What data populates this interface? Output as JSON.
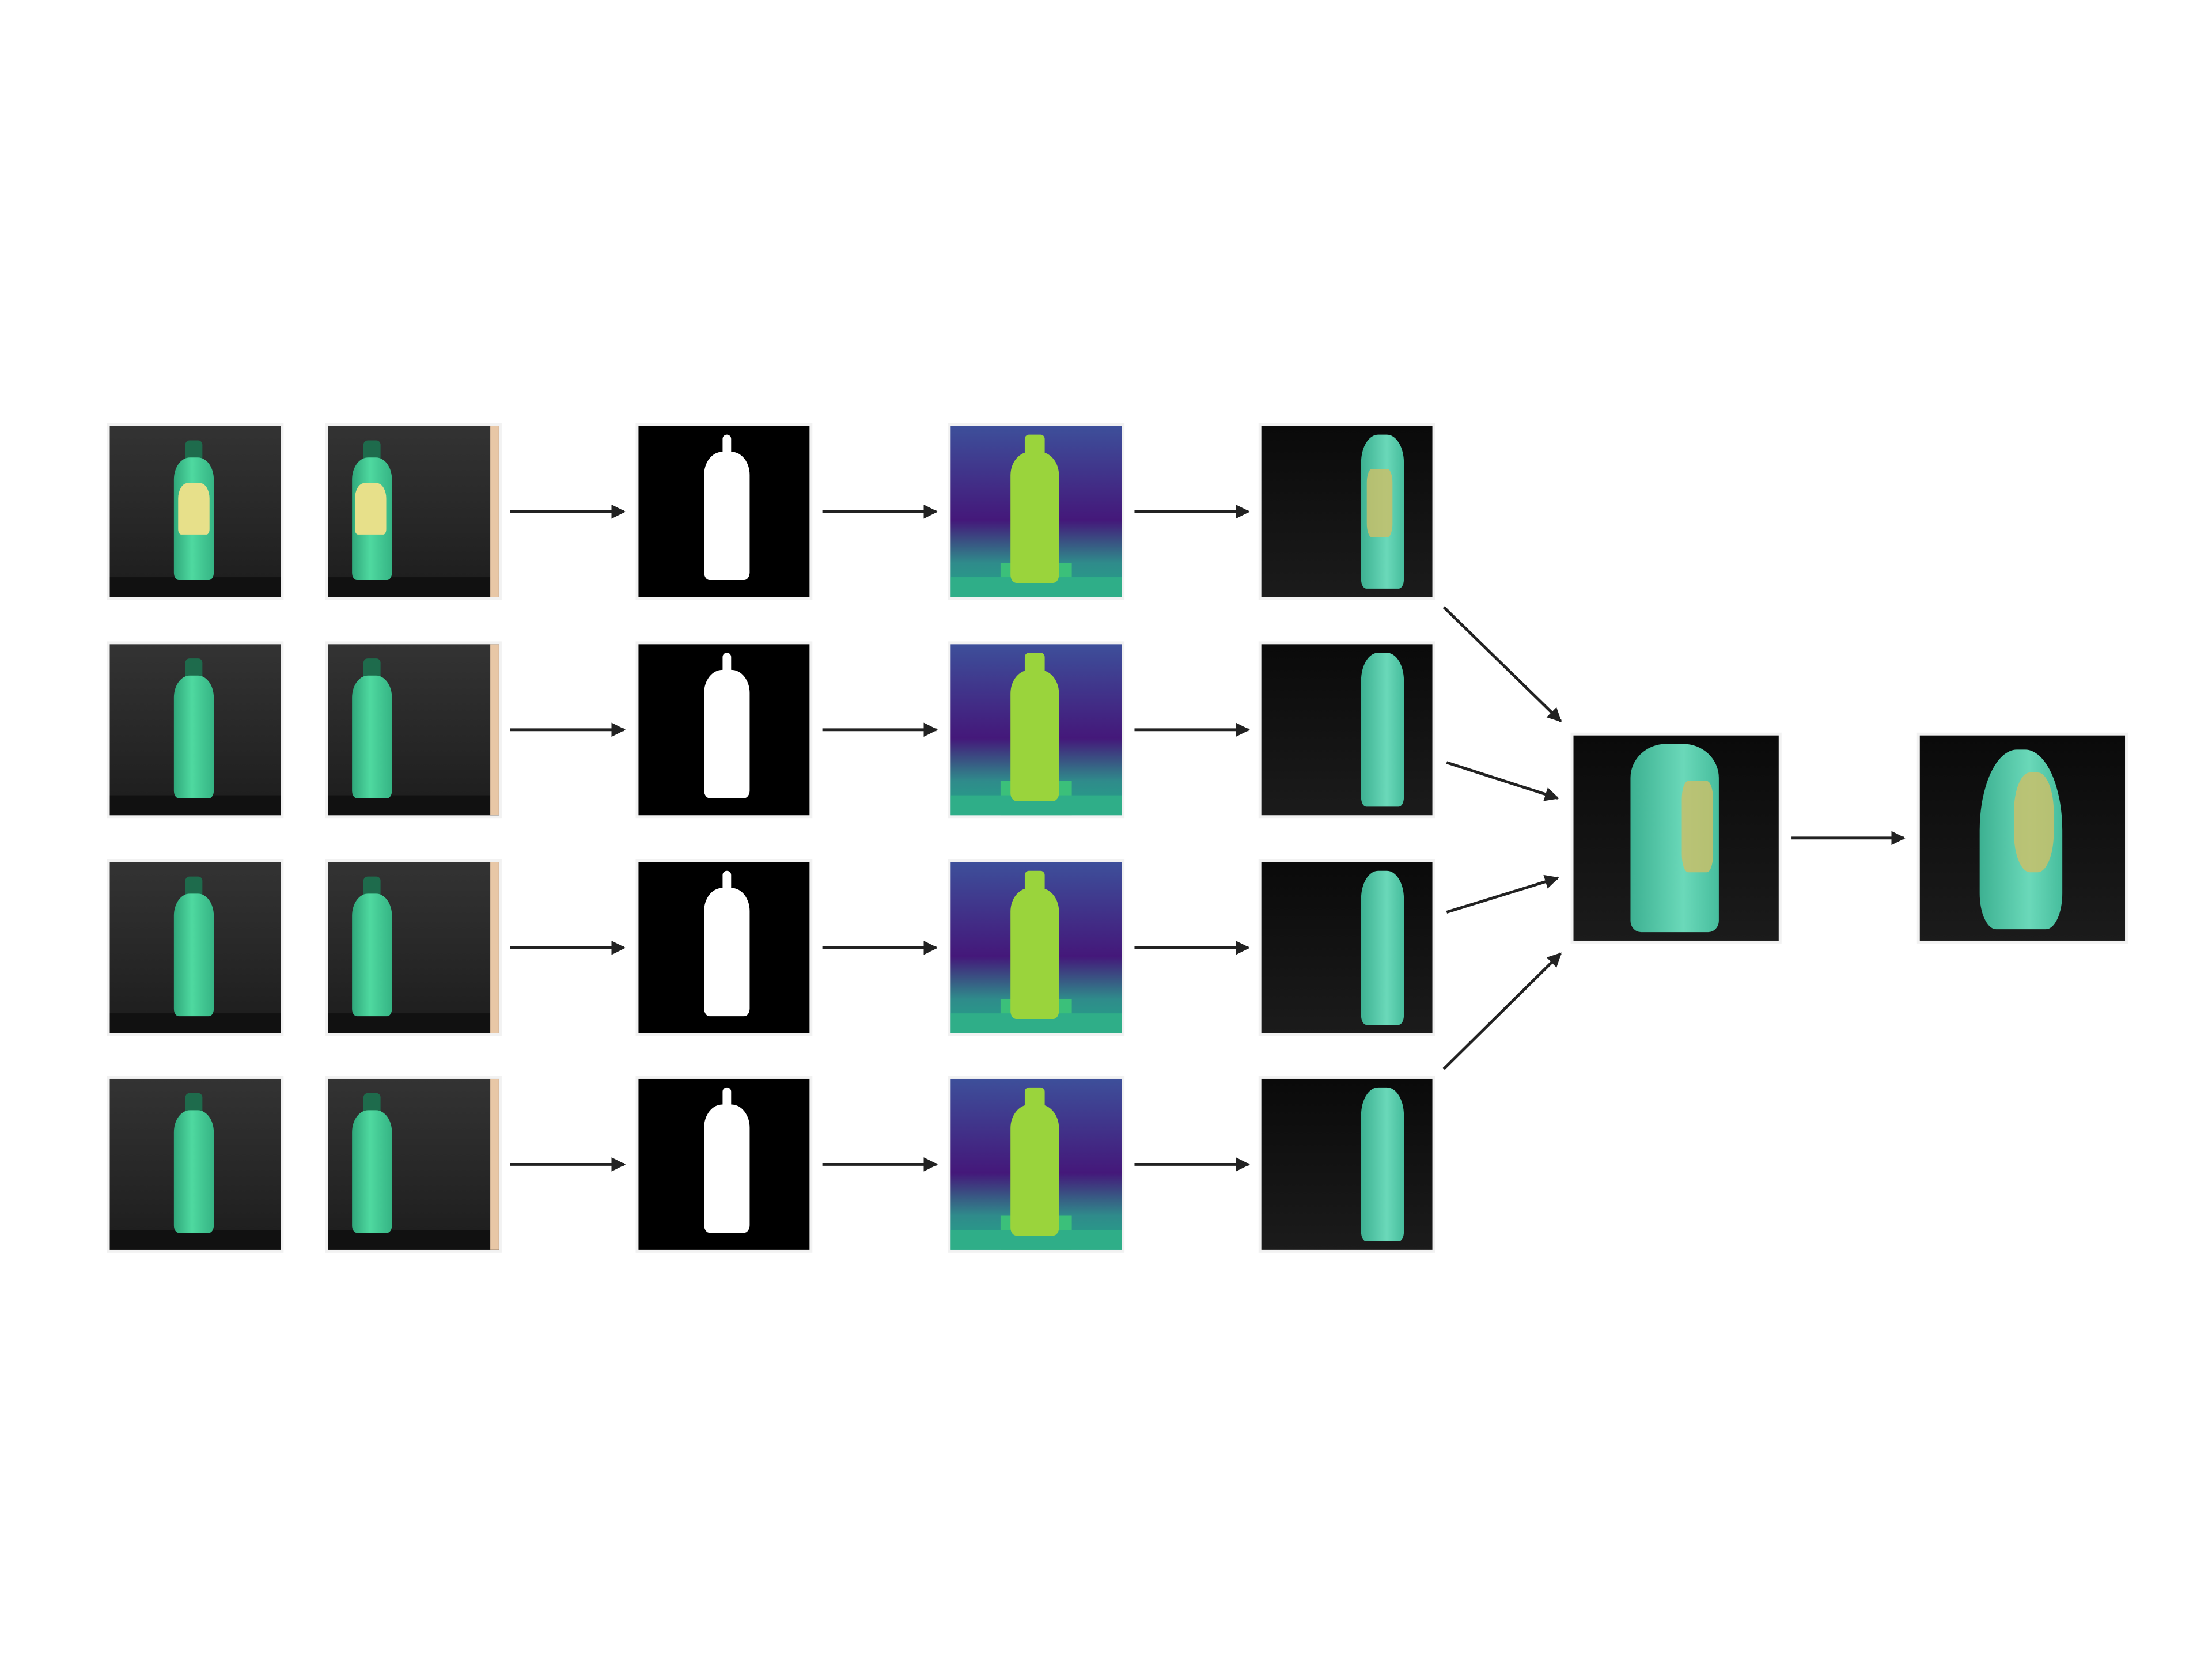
{
  "figure": {
    "rows": 4,
    "stages": [
      "rgb-image-pair",
      "segmentation-mask",
      "depth-map",
      "partial-point-cloud"
    ],
    "outputs": [
      "fused-point-cloud",
      "reconstructed-mesh"
    ]
  },
  "colors": {
    "background": "#ffffff",
    "arrow": "#222222",
    "bottle_green": "#4fd9a0",
    "depth_purple": "#44187a",
    "depth_yellow_green": "#9ad43c",
    "point_cloud_teal": "#6fe3c2",
    "label_yellow": "#e7e08a"
  }
}
